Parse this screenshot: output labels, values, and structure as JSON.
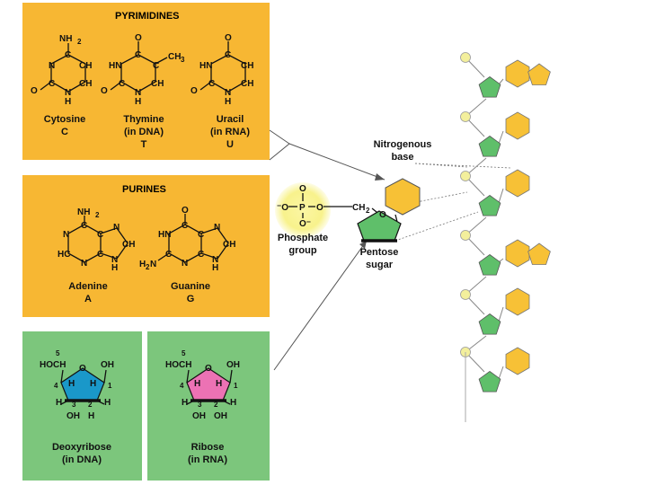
{
  "pyrimidines": {
    "title": "PYRIMIDINES",
    "cytosine": {
      "name": "Cytosine",
      "letter": "C"
    },
    "thymine": {
      "name": "Thymine",
      "note": "(in DNA)",
      "letter": "T"
    },
    "uracil": {
      "name": "Uracil",
      "note": "(in RNA)",
      "letter": "U"
    }
  },
  "purines": {
    "title": "PURINES",
    "adenine": {
      "name": "Adenine",
      "letter": "A"
    },
    "guanine": {
      "name": "Guanine",
      "letter": "G"
    }
  },
  "sugars": {
    "deoxyribose": {
      "name": "Deoxyribose",
      "note": "(in DNA)"
    },
    "ribose": {
      "name": "Ribose",
      "note": "(in RNA)"
    }
  },
  "labels": {
    "nitrogenous_base": [
      "Nitrogenous",
      "base"
    ],
    "phosphate_group": [
      "Phosphate",
      "group"
    ],
    "pentose_sugar": [
      "Pentose",
      "sugar"
    ]
  },
  "atoms": {
    "nh2": "NH",
    "sub2": "2",
    "n": "N",
    "c": "C",
    "h": "H",
    "o": "O",
    "ch": "CH",
    "hn": "HN",
    "hc": "HC",
    "ch3": "CH",
    "sub3": "3",
    "h2n": "H",
    "oh": "OH",
    "hoch2": "HOCH",
    "ch2": "CH",
    "p": "P",
    "o_minus": "⁻O",
    "o_minus2": "O⁻",
    "n5": "5",
    "n4": "4",
    "n3": "3",
    "n2": "2",
    "n1": "1"
  },
  "colors": {
    "base_panel": "#f7b733",
    "sugar_panel": "#7cc67c",
    "hexagon": "#f7c136",
    "pentagon": "#5fbf6a",
    "phosphate_glow": "#f9f598",
    "phosphate_dot": "#f3ef9c",
    "deoxyribose_ring": "#1a98c9",
    "ribose_ring": "#ec72b4"
  }
}
